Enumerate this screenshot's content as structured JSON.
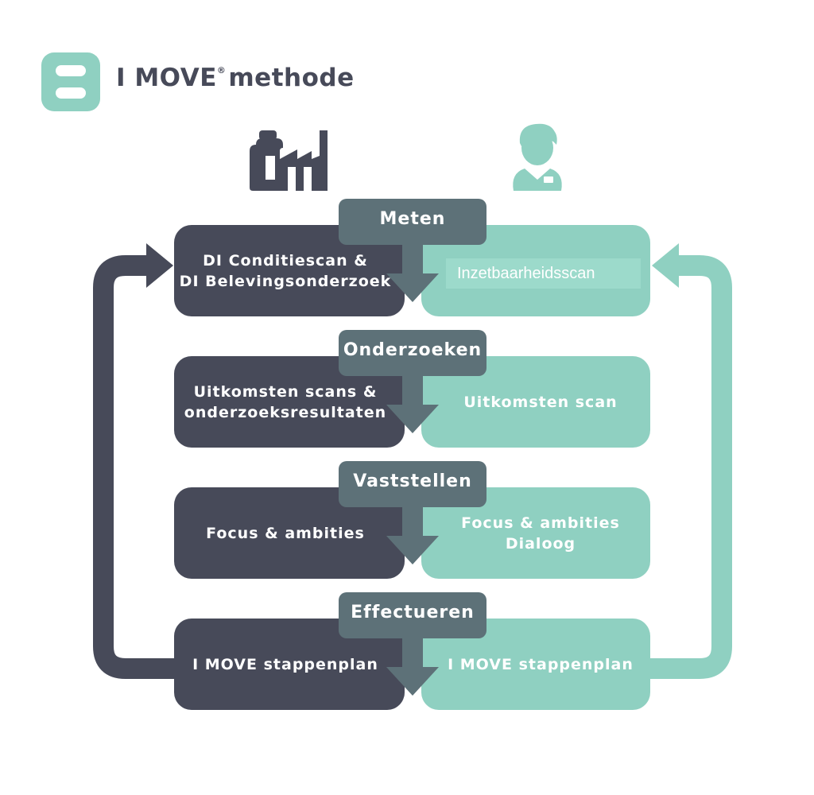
{
  "header": {
    "brand": "I MOVE",
    "registered": "®",
    "suffix": "methode"
  },
  "icons": {
    "organisation": "factory-icon",
    "employee": "employee-icon"
  },
  "colors": {
    "dark": "#474a59",
    "teal": "#8fd0c1",
    "phase": "#5d7178"
  },
  "phases": [
    {
      "title": "Meten",
      "organisation": [
        "DI Conditiescan &",
        "DI Belevingsonderzoek"
      ],
      "employee": [
        "Inzetbaarheidsscan"
      ]
    },
    {
      "title": "Onderzoeken",
      "organisation": [
        "Uitkomsten scans &",
        "onderzoeksresultaten"
      ],
      "employee": [
        "Uitkomsten scan"
      ]
    },
    {
      "title": "Vaststellen",
      "organisation": [
        "Focus & ambities"
      ],
      "employee": [
        "Focus & ambities",
        "Dialoog"
      ]
    },
    {
      "title": "Effectueren",
      "organisation": [
        "I MOVE stappenplan"
      ],
      "employee": [
        "I MOVE stappenplan"
      ]
    }
  ]
}
